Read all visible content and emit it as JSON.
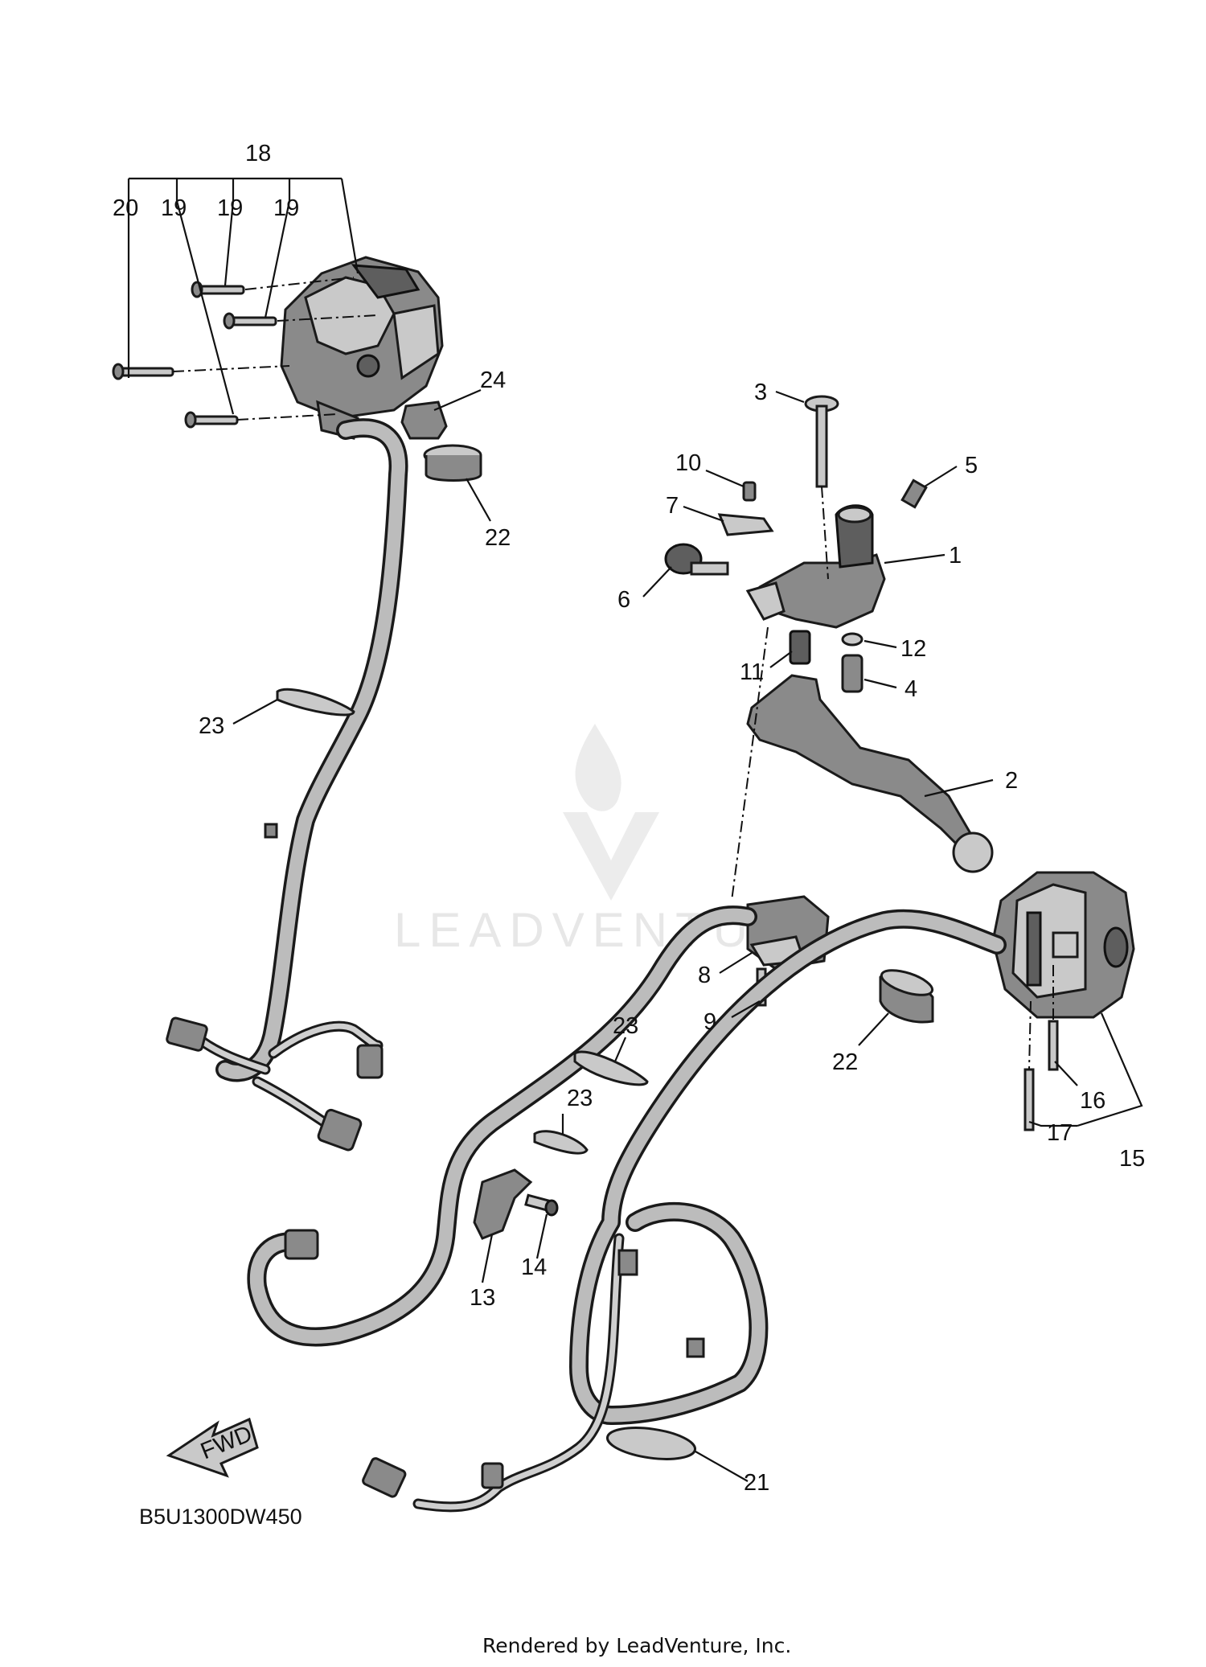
{
  "callouts": [
    {
      "n": "18"
    },
    {
      "n": "20"
    },
    {
      "n": "19"
    },
    {
      "n": "19"
    },
    {
      "n": "19"
    },
    {
      "n": "24"
    },
    {
      "n": "22"
    },
    {
      "n": "3"
    },
    {
      "n": "10"
    },
    {
      "n": "5"
    },
    {
      "n": "7"
    },
    {
      "n": "1"
    },
    {
      "n": "6"
    },
    {
      "n": "12"
    },
    {
      "n": "11"
    },
    {
      "n": "4"
    },
    {
      "n": "23"
    },
    {
      "n": "2"
    },
    {
      "n": "8"
    },
    {
      "n": "9"
    },
    {
      "n": "23"
    },
    {
      "n": "22"
    },
    {
      "n": "23"
    },
    {
      "n": "16"
    },
    {
      "n": "17"
    },
    {
      "n": "15"
    },
    {
      "n": "14"
    },
    {
      "n": "13"
    },
    {
      "n": "21"
    }
  ],
  "fwd_arrow_label": "FWD",
  "diagram_code": "B5U1300DW450",
  "watermark_text": "LEADVENTU",
  "footer_credit": "Rendered by LeadVenture, Inc."
}
